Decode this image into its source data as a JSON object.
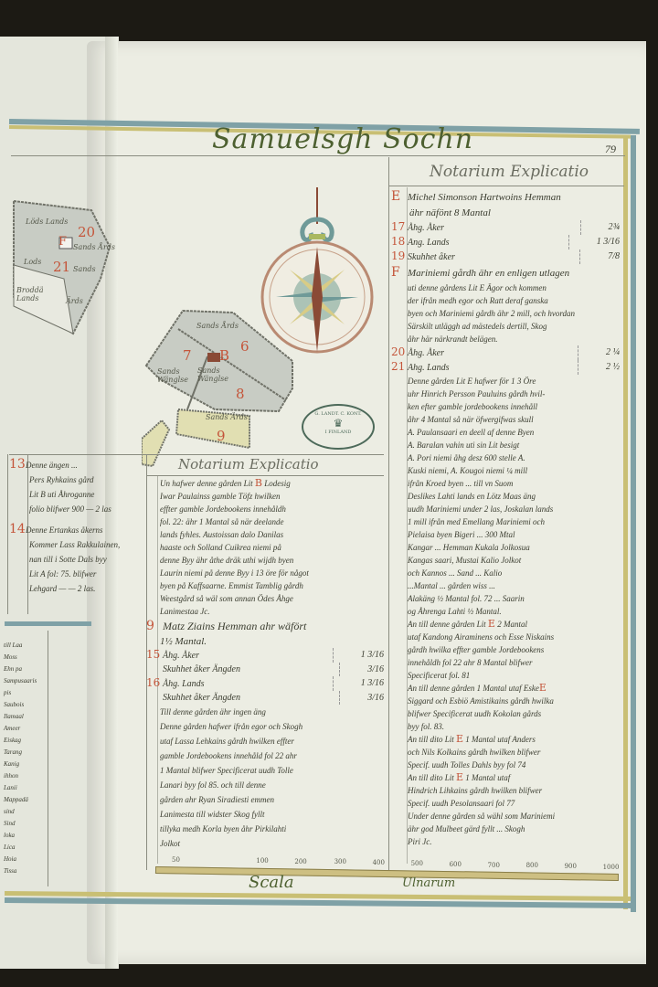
{
  "title": "Samuelsgh Sochn",
  "page_number": "79",
  "colors": {
    "frame_blue": "#7fa1a6",
    "frame_yellow": "#c9bf74",
    "parcel": "#c8ccc4",
    "red_ink": "#c4553a",
    "compass_brown": "#8a4a36"
  },
  "right_panel": {
    "header": "Notarium Explicatio",
    "entry_e": {
      "letter": "E",
      "lines": [
        "Michel Simonson Hartwoins Hemman",
        "ähr näfönt 8 Mantal"
      ]
    },
    "items_e": [
      {
        "num": "17",
        "label": "Åhg. Åker",
        "value": "2¾"
      },
      {
        "num": "18",
        "label": "Ang. Lands",
        "value": "1 3/16"
      },
      {
        "num": "19",
        "label": "Skuhhet åker",
        "value": "7/8"
      }
    ],
    "entry_f": {
      "letter": "F",
      "lines": [
        "Mariniemi gårdh ähr en enligen utlagen",
        "uti denne gårdens Lit E Ägor och kommen",
        "der ifrån medh egor och Ratt deraf ganska",
        "byen och Mariniemi gårdh ähr 2 mill, och hvordan",
        "Särskilt utläggh ad mästedels dertill, Skog",
        "åhr här närkrandt belägen."
      ]
    },
    "items_f": [
      {
        "num": "20",
        "label": "Åhg. Åker",
        "value": "2 ¼"
      },
      {
        "num": "21",
        "label": "Ahg. Lands",
        "value": "2 ½"
      }
    ],
    "body": [
      "Denne gården Lit E hafwer för 1 3 Öre",
      "uhr Hinrich Persson Pauluins gårdh hvil-",
      "ken efter gamble jordebookens innehåll",
      "åhr 4 Mantal så när öfwergifwas skull",
      "A. Paulansaari en deell af denne Byen",
      "A. Baralan vahin uti sin Lit besigt",
      "A. Pori niemi åhg desz 600 stelle A.",
      "Kuski niemi, A. Kougoi niemi ¼ mill",
      "ifrån Kroed byen ... till vn Suom",
      "Deslikes Lahti lands en Lötz Maas äng",
      "uudh Mariniemi under 2 las, Joskalan lands",
      "1 mill ifrån med Emellang Mariniemi och",
      "Pielaisa byen Bigeri ... 300 Mtal",
      "Kangar ... Hemman Kukala Jolkosua",
      "Kangas saari, Mustai Kalio Jolkot",
      "och Kannos ... Sand ... Kalio",
      "...Mantal ... gården wiss ...",
      "Alakäng ½ Mantal fol. 72 ... Saarin",
      "og Åhrenga Lahti ½ Mantal."
    ],
    "body2": [
      {
        "pre": "An till denne gården Lit ",
        "red": "E",
        "post": " 2 Mantal"
      },
      {
        "pre": "utaf Kandong Airaminens och Esse Niskains",
        "red": "",
        "post": ""
      },
      {
        "pre": "gårdh hwilka effter gamble Jordebookens",
        "red": "",
        "post": ""
      },
      {
        "pre": "innehåldh fol 22 ahr 8 Mantal blifwer",
        "red": "",
        "post": ""
      },
      {
        "pre": "Specificerat fol. 81",
        "red": "",
        "post": ""
      },
      {
        "pre": "An till denne gården 1 Mantal utaf Eske",
        "red": "E",
        "post": ""
      },
      {
        "pre": "Siggard och Esbiö Amistikains gårdh hwilka",
        "red": "",
        "post": ""
      },
      {
        "pre": "blifwer Specificerat uudh Kokolan gårds",
        "red": "",
        "post": ""
      },
      {
        "pre": "byy fol. 83.",
        "red": "",
        "post": ""
      },
      {
        "pre": "An till dito Lit ",
        "red": "E",
        "post": " 1 Mantal utaf Anders"
      },
      {
        "pre": "och Nils Kolkains gårdh hwilken blifwer",
        "red": "",
        "post": ""
      },
      {
        "pre": "Specif. uudh Tolles Dahls byy fol 74",
        "red": "",
        "post": ""
      },
      {
        "pre": "An till dito Lit ",
        "red": "E",
        "post": " 1 Mantal utaf"
      },
      {
        "pre": "Hindrich Lihkains gårdh hwilken blifwer",
        "red": "",
        "post": ""
      },
      {
        "pre": "Specif. uudh Pesolansaari fol 77",
        "red": "",
        "post": ""
      },
      {
        "pre": "Under denne gården så wähl som Mariniemi",
        "red": "",
        "post": ""
      },
      {
        "pre": "ähr god Mulbeet gärd fyllt ... Skogh",
        "red": "",
        "post": ""
      },
      {
        "pre": "Piri Jc.",
        "red": "",
        "post": ""
      }
    ]
  },
  "middle_panel": {
    "header": "Notarium Explicatio",
    "intro": [
      {
        "pre": "Un hafwer denne gården Lit ",
        "red": "B",
        "post": " Lodesig"
      },
      {
        "pre": "Iwar Paulainss gamble Töfz hwilken",
        "red": "",
        "post": ""
      },
      {
        "pre": "effter gamble Jordebookens innehåldh",
        "red": "",
        "post": ""
      },
      {
        "pre": "fol. 22: ähr 1 Mantal så när deelande",
        "red": "",
        "post": ""
      },
      {
        "pre": "lands fyhles. Austoissan dalo Danilas",
        "red": "",
        "post": ""
      },
      {
        "pre": "haaste och Solland Cuikrea niemi på",
        "red": "",
        "post": ""
      },
      {
        "pre": "denne Byy ähr åthe dräk uthi wijdh byen",
        "red": "",
        "post": ""
      },
      {
        "pre": "Laurin niemi på denne Byy i 13 öre för något",
        "red": "",
        "post": ""
      },
      {
        "pre": "byen på Kaffsaarne. Emmist Tamblig gårdh",
        "red": "",
        "post": ""
      },
      {
        "pre": "Weestgård så wäl som annan Ödes Åhge",
        "red": "",
        "post": ""
      },
      {
        "pre": "Lanimestaa Jc.",
        "red": "",
        "post": ""
      }
    ],
    "entry_9": {
      "letter": "9",
      "lines": [
        "Matz Ziains Hemman ahr wäfört",
        "1½ Mantal."
      ]
    },
    "items_9": [
      {
        "num": "15",
        "label": "Åhg. Åker",
        "value": "1 3/16"
      },
      {
        "num": "",
        "label": "Skuhhet åker Ängden",
        "value": "3/16"
      },
      {
        "num": "16",
        "label": "Åhg. Lands",
        "value": "1 3/16"
      },
      {
        "num": "",
        "label": "Skuhhet åker Ängden",
        "value": "3/16"
      }
    ],
    "body": [
      "Till denne gården ähr ingen äng",
      "Denne gården hafwer ifrån egor och Skogh",
      "utaf Lassa Lehkains gårdh hwilken effter",
      "gamble Jordebookens innehåld fol 22 ahr",
      "1 Mantal blifwer Specificerat uudh Tolle",
      "Lanari byy fol 85. och till denne",
      "gården ahr Ryan Siradiesti emmen",
      "Lanimesta till widster Skog fyllt",
      "tillyka medh Korla byen åhr Pirkilahti",
      "Jolkot"
    ]
  },
  "left_panel": {
    "item_13": {
      "num": "13",
      "lines": [
        "Denne ängen ... ",
        "Pers Ryhkains gård",
        "Lit B uti Åhroganne",
        "folio blifwer 900 — 2 las"
      ]
    },
    "item_14": {
      "num": "14",
      "lines": [
        "Denne Ertankas åkerns",
        "Kommer Lass Rakkulainen,",
        "nan till i Sotte Dals byy",
        "Lit A fol: 75. blifwer",
        "Lehgard — — 2 las."
      ]
    }
  },
  "bottom_left_panel": {
    "lines": [
      "till Laa",
      "Moss",
      "Ehn pa",
      "Sampusaaris",
      "pis",
      "Saubois",
      "Ilamaal",
      "Ameer",
      "Eiskag",
      "Tarang",
      "Kanig",
      "ihhon",
      "Lanii",
      "Mappadä",
      "sind",
      "Sind",
      "loka",
      "Lica",
      "Hoia",
      "Tissa"
    ]
  },
  "map": {
    "plots_right": [
      {
        "num": "6",
        "label": "Sands Årds"
      },
      {
        "num": "7",
        "label": "Sands Wänglse"
      },
      {
        "num": "8",
        "label": "Sands Wänglse"
      },
      {
        "num": "B",
        "label": ""
      },
      {
        "num": "9",
        "label": "Sands Ärds"
      }
    ],
    "plots_left": [
      {
        "num": "20",
        "label": "Sands Årds"
      },
      {
        "num": "21",
        "label": "Sands"
      },
      {
        "num": "F",
        "label": ""
      }
    ],
    "left_labels": [
      "Löds Lands",
      "Lods",
      "Broddä Lands",
      "Ärds"
    ],
    "stamp": {
      "top": "G. LANDT. C. KONT.",
      "bottom": "I FINLAND"
    }
  },
  "scale": {
    "ticks": [
      "50",
      "100",
      "200",
      "300",
      "400",
      "500",
      "600",
      "700",
      "800",
      "900",
      "1000"
    ],
    "label": "Scala",
    "unit": "Ulnarum"
  }
}
